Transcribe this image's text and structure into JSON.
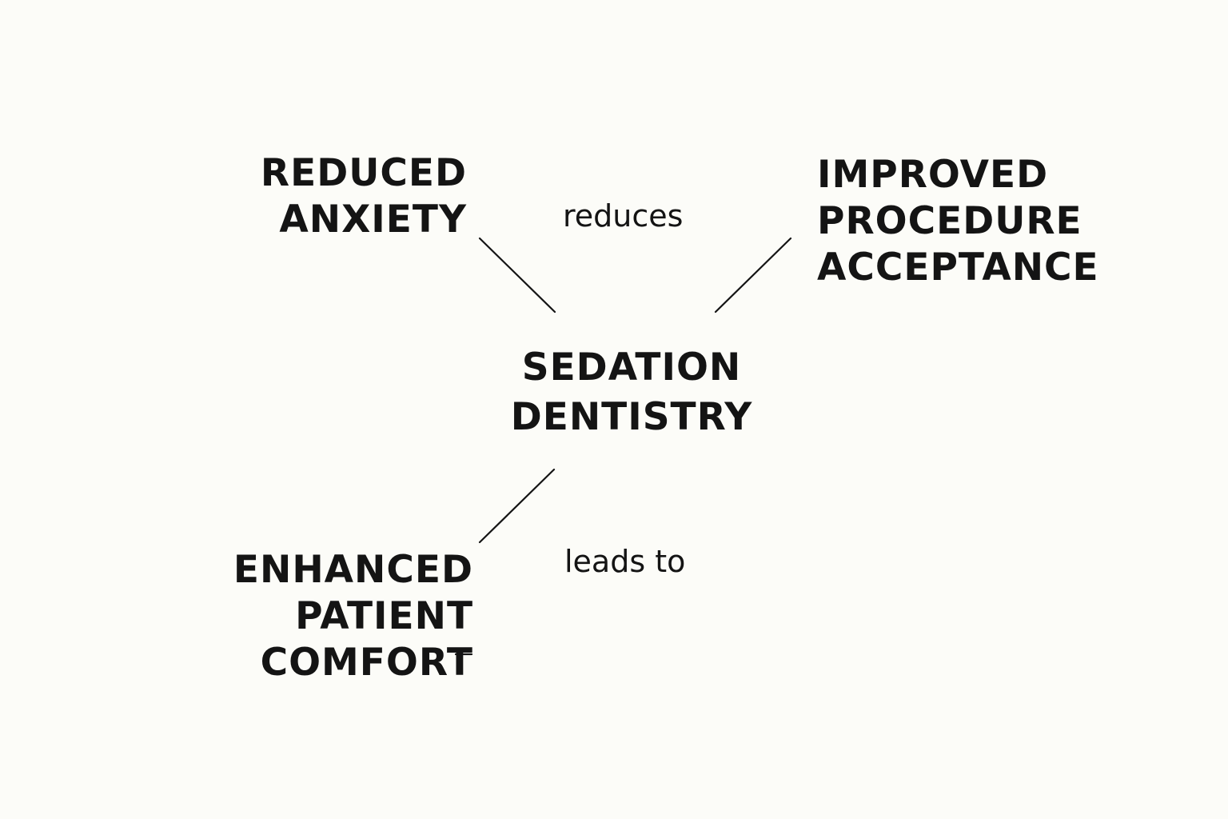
{
  "diagram": {
    "center": {
      "lines": [
        "SEDATION",
        "DENTISTRY"
      ]
    },
    "nodes": {
      "reduced_anxiety": {
        "lines": [
          "REDUCED",
          "ANXIETY"
        ]
      },
      "improved_acceptance": {
        "lines": [
          "IMPROVED",
          "PROCEDURE",
          "ACCEPTANCE"
        ]
      },
      "enhanced_comfort": {
        "lines": [
          "ENHANCED",
          "PATIENT",
          "COMFORT"
        ]
      }
    },
    "edge_labels": {
      "reduces": "reduces",
      "leads_to": "leads to"
    },
    "edges": [
      {
        "from": "center",
        "to": "reduced_anxiety"
      },
      {
        "from": "center",
        "to": "improved_acceptance"
      },
      {
        "from": "center",
        "to": "enhanced_comfort"
      }
    ],
    "colors": {
      "background": "#fcfcf8",
      "ink": "#141414"
    }
  }
}
